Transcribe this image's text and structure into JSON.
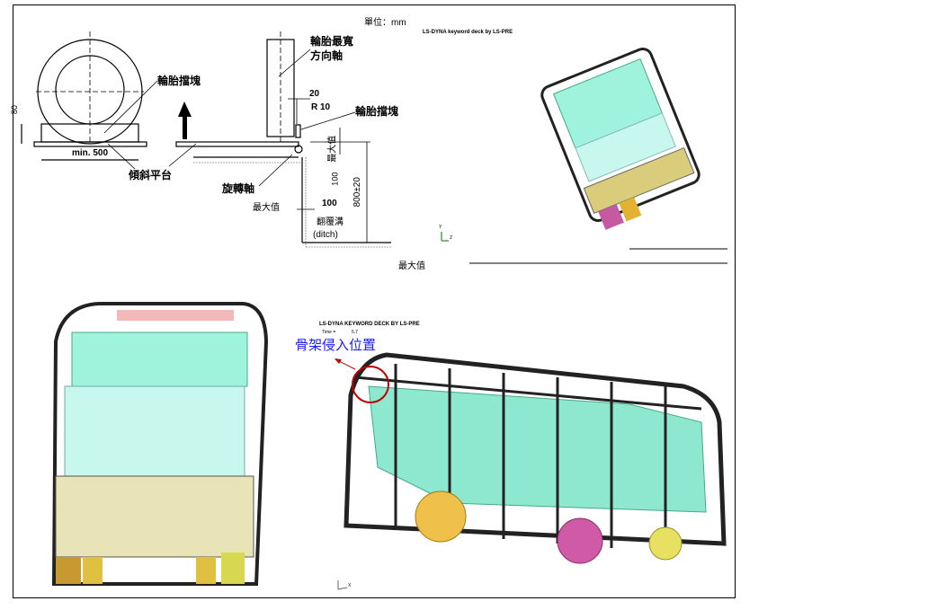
{
  "diagram": {
    "unit_label": "單位：mm",
    "tire_widest_axis": [
      "輪胎最寬",
      "方向軸"
    ],
    "tire_block_left": "輪胎擋塊",
    "tire_block_right": "輪胎擋塊",
    "tilt_platform": "傾斜平台",
    "pivot_axis": "旋轉軸",
    "dim_min500": "min. 500",
    "dim_80": "80",
    "dim_20": "20",
    "dim_r10": "R 10",
    "dim_100_vertical": "100",
    "max_value_vertical": "最大值",
    "dim_800": "800±20",
    "max_value_left": "最大值",
    "dim_100_horizontal": "100",
    "ditch": [
      "翻覆溝",
      "(ditch)"
    ],
    "max_value_bottom": "最大值"
  },
  "sim_top": {
    "title": "LS-DYNA keyword deck by LS-PRE"
  },
  "sim_bottom": {
    "title": "LS-DYNA KEYWORD DECK BY LS-PRE",
    "time_label": "Time =",
    "time_value": "5.7",
    "annotation": "骨架侵入位置",
    "annotation_color": "#1a1aff",
    "circle_color": "#c00000"
  },
  "axes": {
    "y": "Y",
    "z": "Z",
    "x": "X"
  }
}
